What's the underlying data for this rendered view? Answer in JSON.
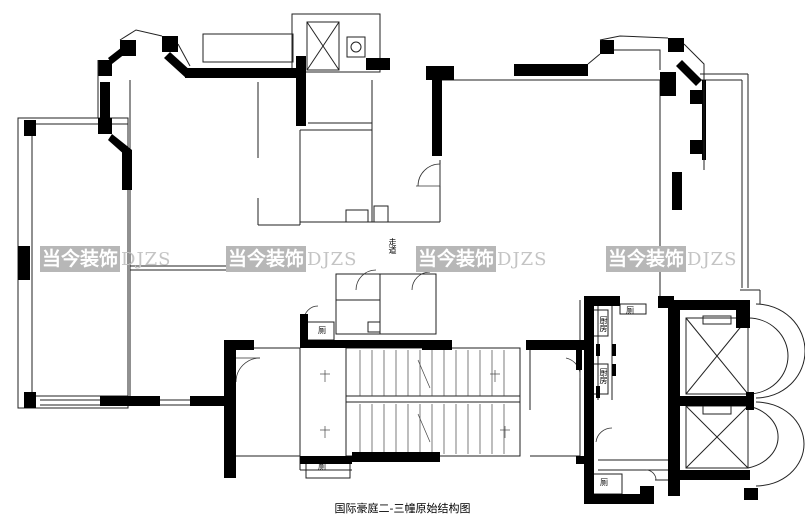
{
  "watermark": {
    "brand_cn": "当今装饰",
    "brand_en": "DJZS"
  },
  "labels": {
    "corridor": "走道",
    "toilet_a": "厕",
    "toilet_b": "厕",
    "toilet_c": "厕",
    "toilet_d": "厕",
    "room_upper": "厨房",
    "room_lower": "厨房"
  },
  "caption": "国际豪庭二-三幢原始结构图"
}
